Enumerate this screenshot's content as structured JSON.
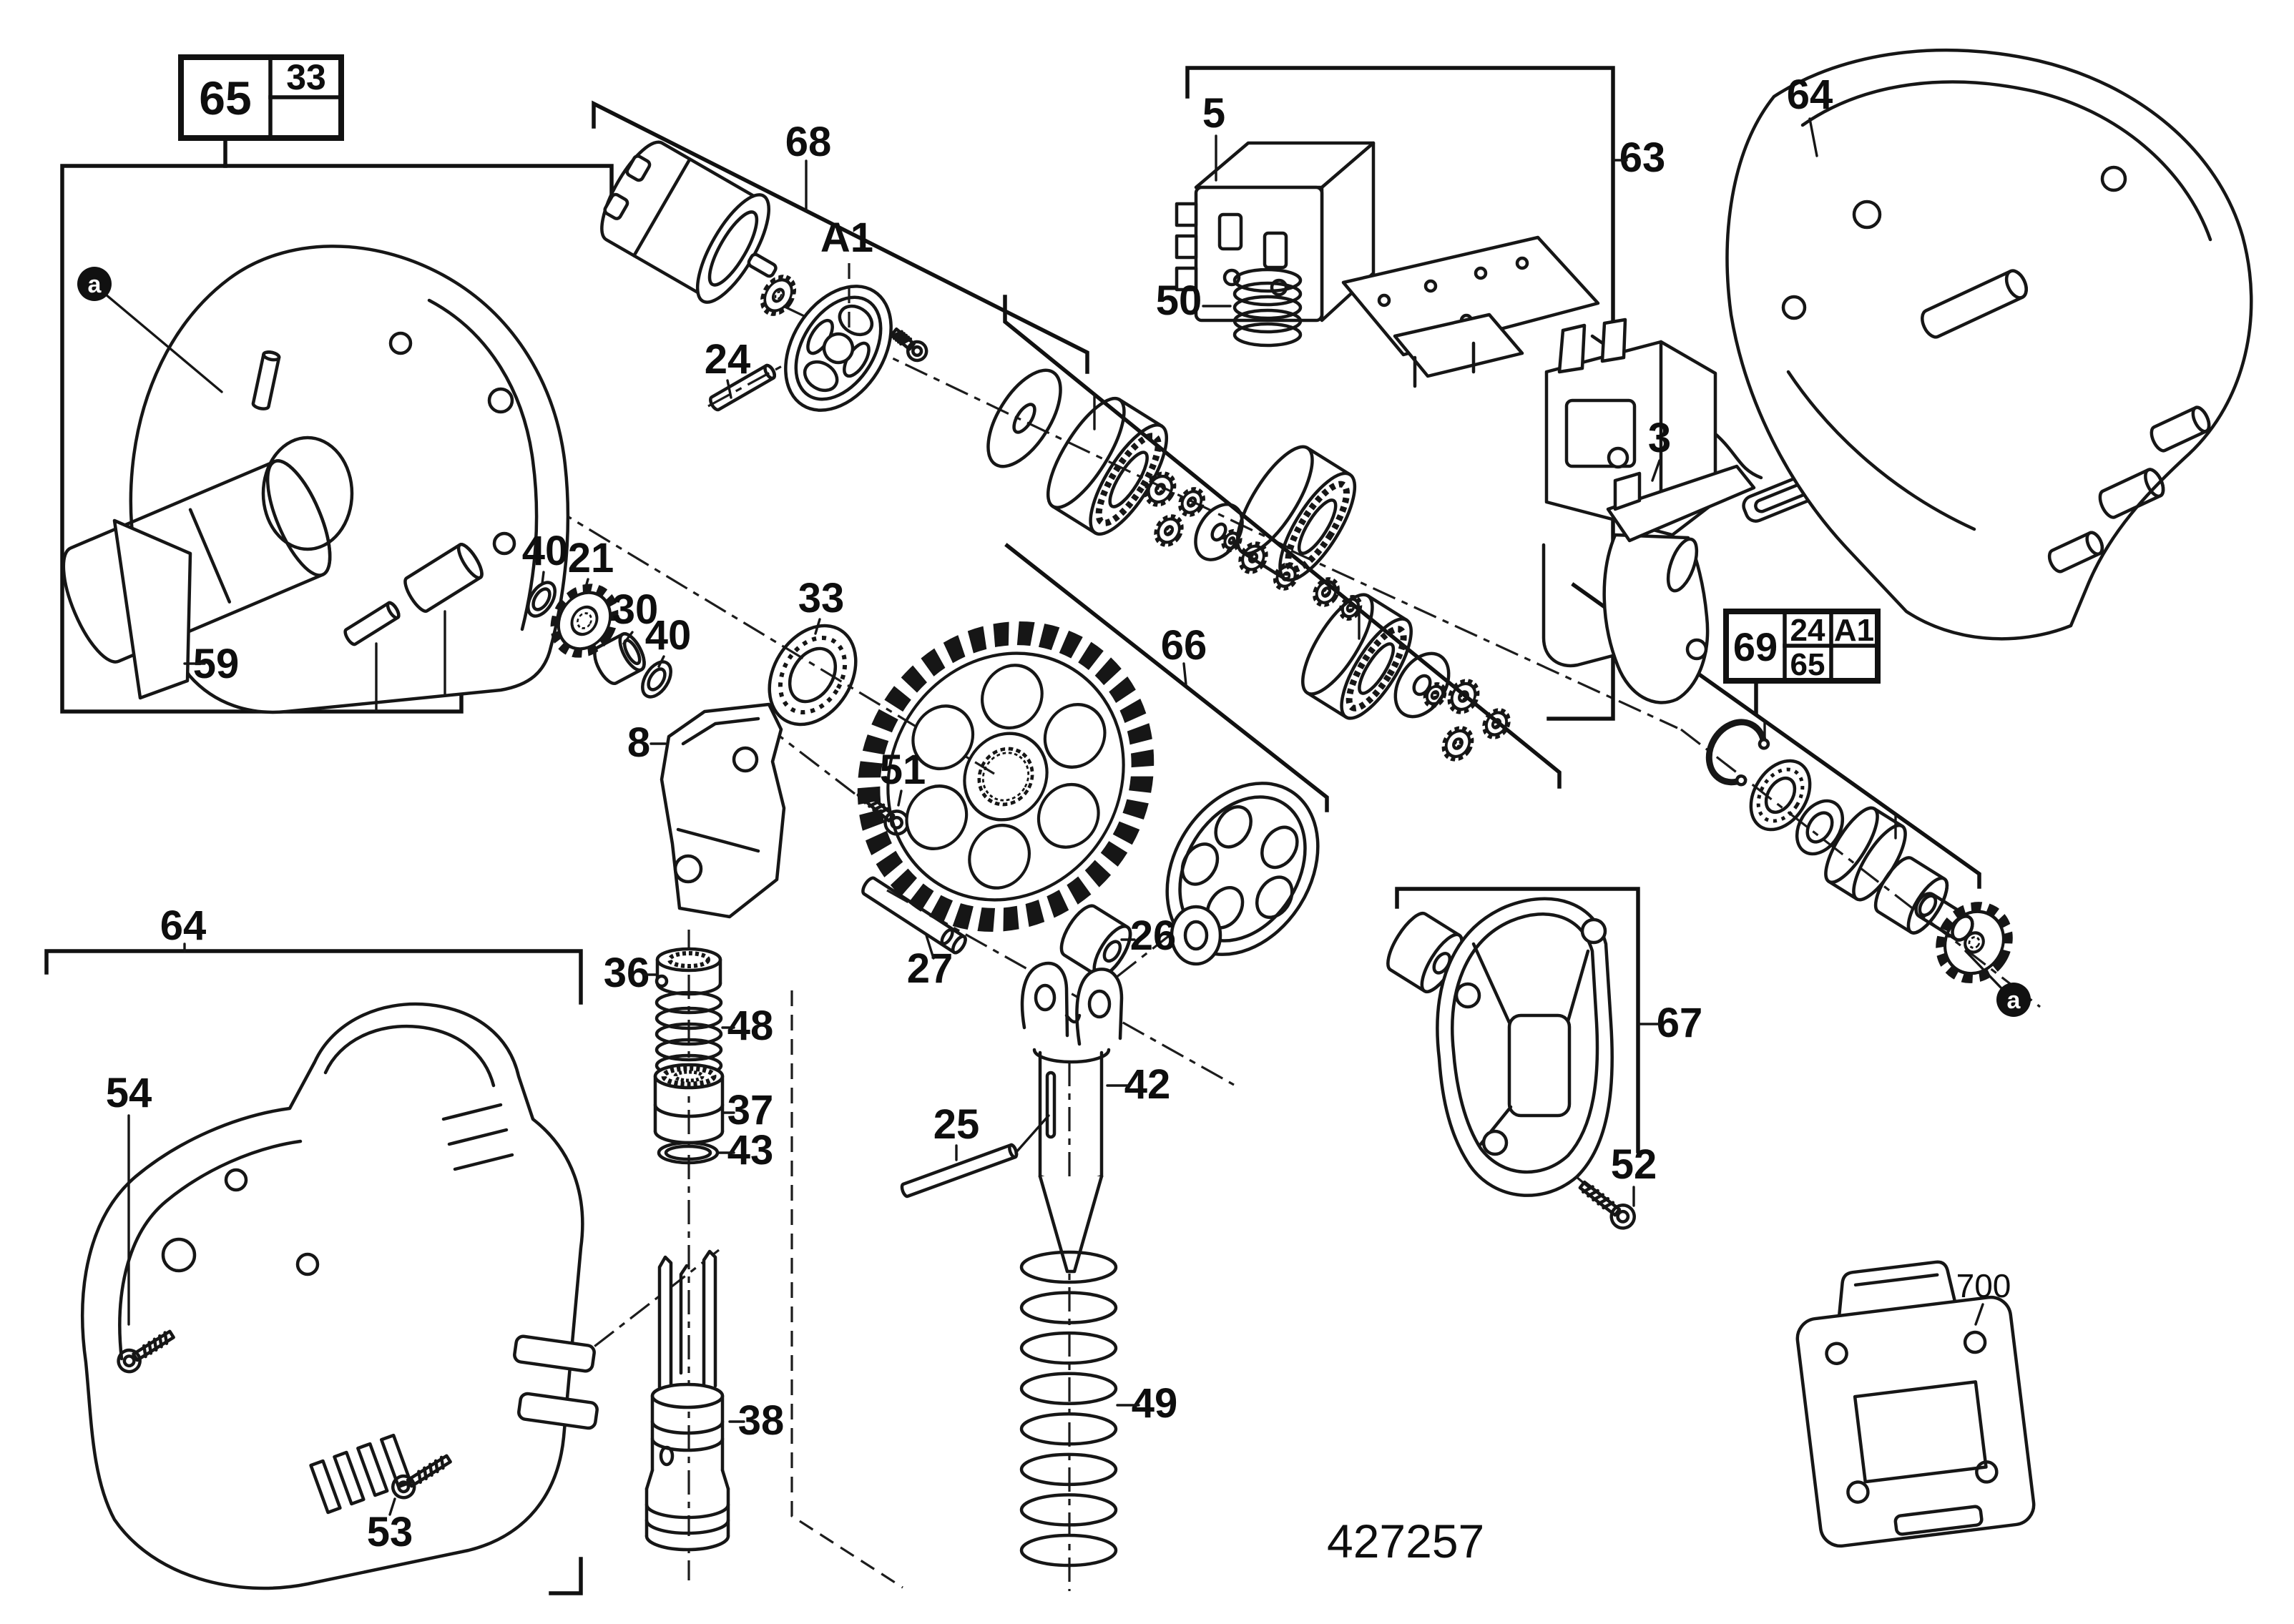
{
  "diagram": {
    "part_number": "427257",
    "marker_letter": "a",
    "callouts": {
      "c3": "3",
      "c5": "5",
      "c8": "8",
      "c21": "21",
      "c24": "24",
      "c25": "25",
      "c26": "26",
      "c27": "27",
      "c30": "30",
      "c33": "33",
      "c36": "36",
      "c37": "37",
      "c38": "38",
      "c40": "40",
      "c42": "42",
      "c43": "43",
      "c48": "48",
      "c49": "49",
      "c50": "50",
      "c51": "51",
      "c52": "52",
      "c53": "53",
      "c54": "54",
      "c59": "59",
      "c63": "63",
      "c64": "64",
      "c65": "65",
      "c66": "66",
      "c67": "67",
      "c68": "68",
      "c69": "69",
      "c700": "700",
      "cA1": "A1"
    },
    "ref_boxes": {
      "top_left": {
        "primary": "65",
        "linked_top": "33",
        "linked_bottom": ""
      },
      "right": {
        "primary": "69",
        "col1_top": "24",
        "col2_top": "A1",
        "col1_bottom": "65",
        "col2_bottom": ""
      }
    }
  }
}
